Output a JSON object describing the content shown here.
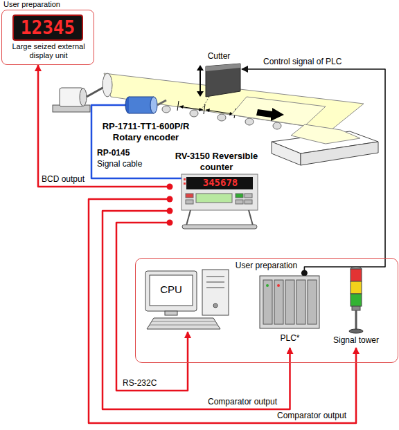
{
  "diagram": {
    "nodes": [
      {
        "text": [
          "User preparation",
          "Large seized external display unit"
        ]
      },
      {
        "text": [
          "12345"
        ],
        "in": 0
      },
      {
        "text": [
          "Cutter"
        ]
      },
      {
        "text": [
          "RP-1711-TT1-600P/R Rotary encoder"
        ]
      },
      {
        "text": [
          "RV-3150 Reversible counter"
        ]
      },
      {
        "text": [
          "User preparation"
        ]
      },
      {
        "text": [
          "CPU"
        ],
        "in": 5
      },
      {
        "text": [
          "PLC*"
        ],
        "in": 5
      },
      {
        "text": [
          "Signal tower"
        ],
        "in": 5
      }
    ],
    "edges": [
      {
        "from": 3,
        "to": 4,
        "arrow": "none"
      },
      {
        "from": 4,
        "to": 0,
        "label": "BCD output",
        "arrow": "to"
      },
      {
        "from": 4,
        "to": 6,
        "label": "RS-232C",
        "arrow": "to"
      },
      {
        "from": 4,
        "to": 7,
        "label": "Comparator output",
        "arrow": "to"
      },
      {
        "from": 4,
        "to": 8,
        "label": "Comparator output",
        "arrow": "to"
      },
      {
        "from": 7,
        "to": 2,
        "label": "Control signal of PLC",
        "arrow": "to"
      }
    ],
    "labels": [
      "RP-0145",
      "Signal cable",
      "345678"
    ]
  }
}
